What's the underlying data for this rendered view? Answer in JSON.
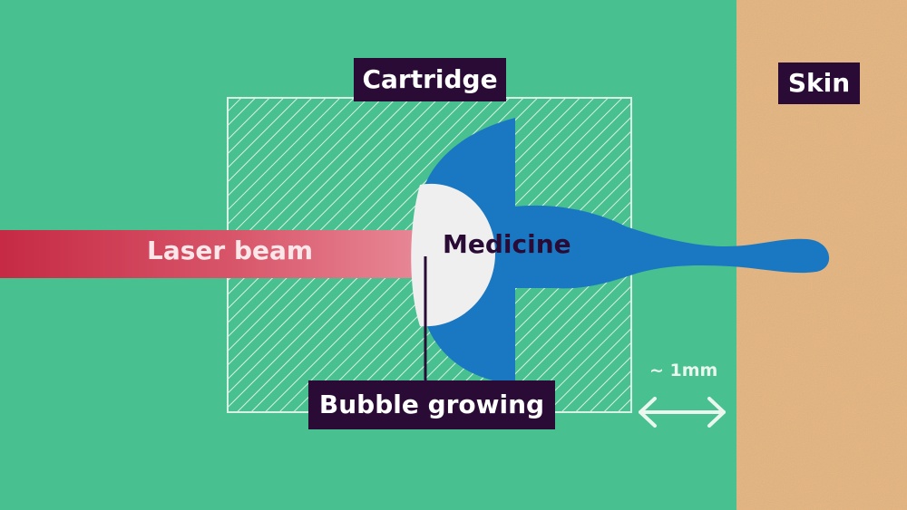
{
  "labels": {
    "cartridge": "Cartridge",
    "skin": "Skin",
    "laser_beam": "Laser beam",
    "medicine": "Medicine",
    "bubble_growing": "Bubble growing",
    "distance": "~ 1mm"
  },
  "colors": {
    "background": "#48c08f",
    "skin": "#e4b47c",
    "medicine": "#1a78c2",
    "bubble": "#efefef",
    "laser": "#c62a44",
    "label_box": "#2a0b35",
    "label_text": "#ffffff",
    "hatch": "#d9f1e4"
  },
  "icons": {
    "distance_arrow": "double-headed-arrow-icon"
  }
}
